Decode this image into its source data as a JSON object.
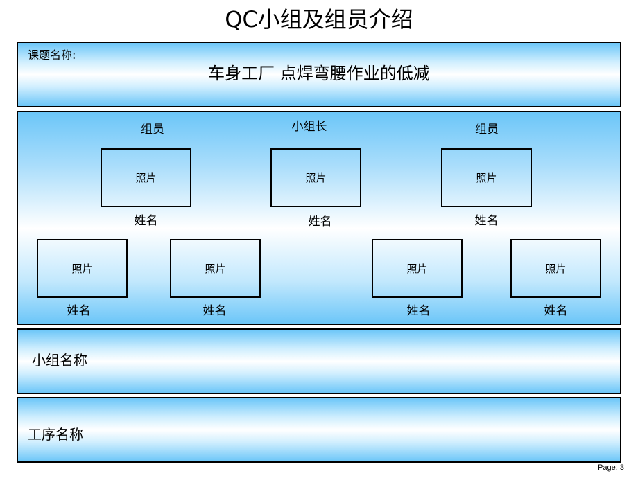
{
  "title": "QC小组及组员介绍",
  "topic": {
    "label": "课题名称:",
    "value": "车身工厂  点焊弯腰作业的低减"
  },
  "team": {
    "roles": {
      "member_left": "组员",
      "leader": "小组长",
      "member_right": "组员"
    },
    "members": [
      {
        "photo": "照片",
        "name": "姓名"
      },
      {
        "photo": "照片",
        "name": "姓名"
      },
      {
        "photo": "照片",
        "name": "姓名"
      },
      {
        "photo": "照片",
        "name": "姓名"
      },
      {
        "photo": "照片",
        "name": "姓名"
      },
      {
        "photo": "照片",
        "name": "姓名"
      },
      {
        "photo": "照片",
        "name": "姓名"
      }
    ]
  },
  "group_name": {
    "label": "小组名称"
  },
  "process_name": {
    "label": "工序名称"
  },
  "footer": {
    "page": "Page: 3"
  },
  "colors": {
    "panel_edge": "#6cc6f8",
    "panel_center": "#ffffff",
    "border": "#000000"
  }
}
